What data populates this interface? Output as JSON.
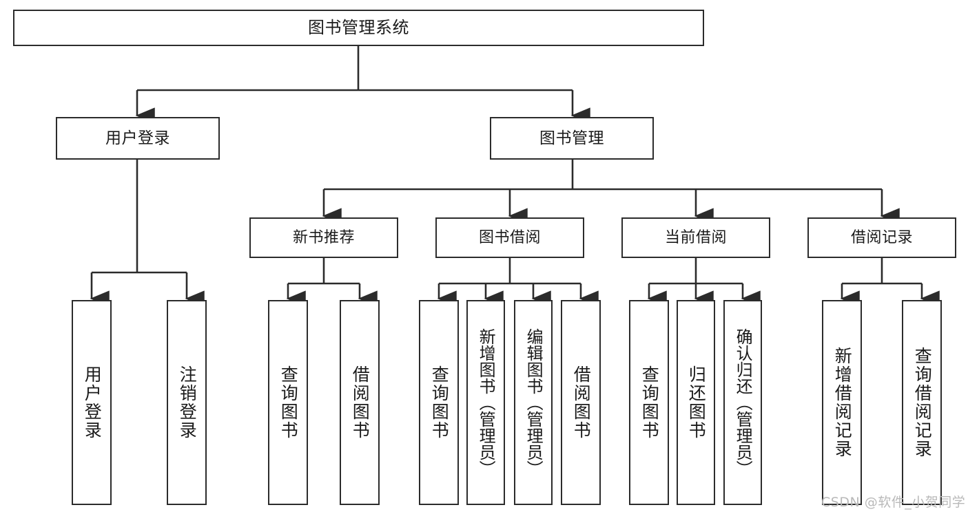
{
  "diagram": {
    "title": "图书管理系统",
    "type": "tree-hierarchy-diagram",
    "colors": {
      "box_border": "#2b2b2b",
      "box_fill": "#ffffff",
      "connector": "#2b2b2b",
      "text": "#1a1a1a",
      "watermark": "#b9b9b9"
    },
    "root": {
      "label": "图书管理系统"
    },
    "level2": [
      {
        "label": "用户登录"
      },
      {
        "label": "图书管理"
      }
    ],
    "level3": [
      {
        "label": "新书推荐"
      },
      {
        "label": "图书借阅"
      },
      {
        "label": "当前借阅"
      },
      {
        "label": "借阅记录"
      }
    ],
    "leaves": [
      {
        "label": "用户登录"
      },
      {
        "label": "注销登录"
      },
      {
        "label": "查询图书"
      },
      {
        "label": "借阅图书"
      },
      {
        "label": "查询图书"
      },
      {
        "label": "新增图书（管理员）"
      },
      {
        "label": "编辑图书（管理员）"
      },
      {
        "label": "借阅图书"
      },
      {
        "label": "查询图书"
      },
      {
        "label": "归还图书"
      },
      {
        "label": "确认归还（管理员）"
      },
      {
        "label": "新增借阅记录"
      },
      {
        "label": "查询借阅记录"
      }
    ]
  },
  "watermark": {
    "text": "CSDN @软件_小贺同学"
  }
}
